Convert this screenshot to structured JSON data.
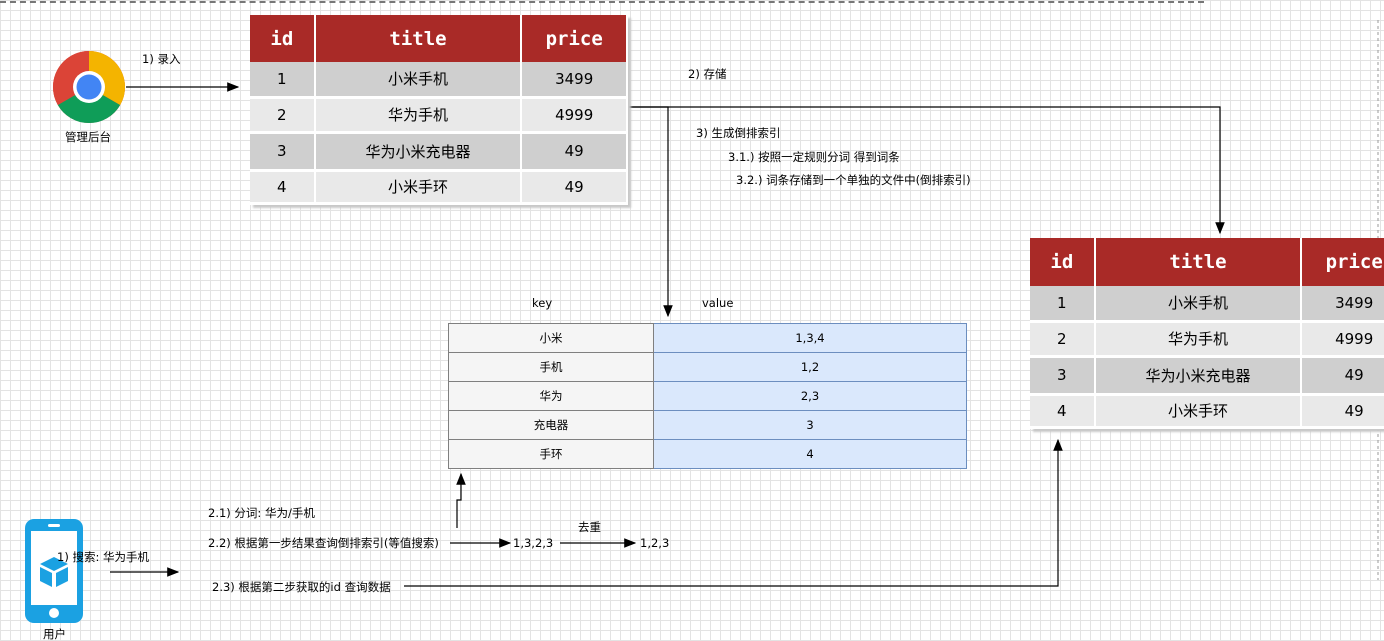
{
  "top_table": {
    "headers": [
      "id",
      "title",
      "price"
    ],
    "rows": [
      [
        "1",
        "小米手机",
        "3499"
      ],
      [
        "2",
        "华为手机",
        "4999"
      ],
      [
        "3",
        "华为小米充电器",
        "49"
      ],
      [
        "4",
        "小米手环",
        "49"
      ]
    ]
  },
  "right_table": {
    "headers": [
      "id",
      "title",
      "price"
    ],
    "rows": [
      [
        "1",
        "小米手机",
        "3499"
      ],
      [
        "2",
        "华为手机",
        "4999"
      ],
      [
        "3",
        "华为小米充电器",
        "49"
      ],
      [
        "4",
        "小米手环",
        "49"
      ]
    ]
  },
  "index_table": {
    "key_header": "key",
    "value_header": "value",
    "rows": [
      [
        "小米",
        "1,3,4"
      ],
      [
        "手机",
        "1,2"
      ],
      [
        "华为",
        "2,3"
      ],
      [
        "充电器",
        "3"
      ],
      [
        "手环",
        "4"
      ]
    ]
  },
  "labels": {
    "admin": "管理后台",
    "user": "用户",
    "step_input": "1) 录入",
    "step_store": "2) 存储",
    "step_index": "3)  生成倒排索引",
    "step_index_1": "3.1.) 按照一定规则分词 得到词条",
    "step_index_2": "3.2.) 词条存储到一个单独的文件中(倒排索引)",
    "step_search": "1) 搜索: 华为手机",
    "step_2_1": "2.1)  分词: 华为/手机",
    "step_2_2": "2.2)  根据第一步结果查询倒排索引(等值搜索)",
    "step_2_3": "2.3) 根据第二步获取的id  查询数据",
    "ids_raw": "1,3,2,3",
    "dedupe": "去重",
    "ids_dedup": "1,2,3"
  },
  "colors": {
    "header_red": "#a92a27",
    "value_blue": "#dae8fc",
    "chrome_red": "#db4437",
    "chrome_green": "#0f9d58",
    "chrome_yellow": "#f4b400",
    "chrome_blue": "#4285f4",
    "phone_blue": "#1ba1e2"
  },
  "icons": {
    "admin": "chrome-icon",
    "user": "phone-icon"
  }
}
